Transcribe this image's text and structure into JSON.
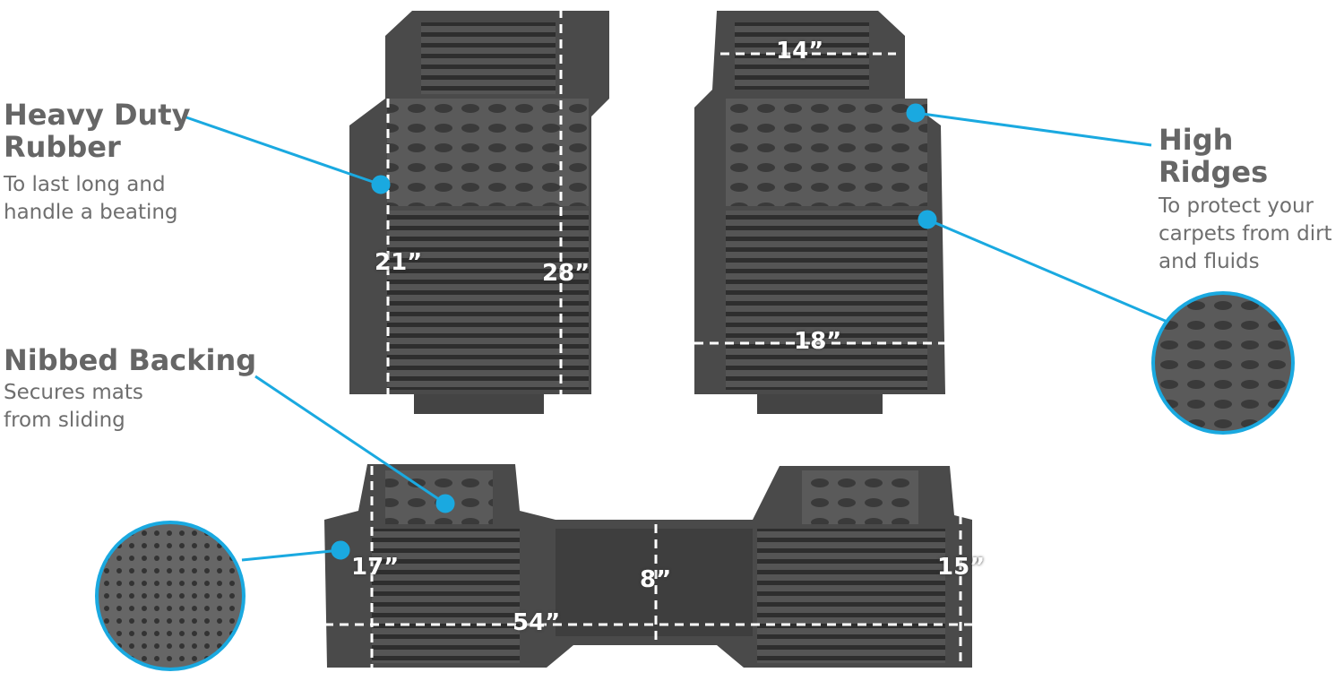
{
  "callouts": {
    "heavy_duty": {
      "title_line1": "Heavy Duty",
      "title_line2": "Rubber",
      "desc_line1": "To last long and",
      "desc_line2": "handle a beating"
    },
    "high_ridges": {
      "title": "High Ridges",
      "desc_line1": "To protect your",
      "desc_line2": "carpets from dirt",
      "desc_line3": "and fluids"
    },
    "nibbed_backing": {
      "title": "Nibbed Backing",
      "desc_line1": "Secures mats",
      "desc_line2": "from sliding"
    }
  },
  "dimensions": {
    "front_left_width": "21”",
    "front_left_length": "28”",
    "front_right_top": "14”",
    "front_right_bottom": "18”",
    "rear_left_height": "17”",
    "rear_center_height": "8”",
    "rear_width": "54”",
    "rear_right_height": "15”"
  },
  "colors": {
    "accent": "#1aa9e0",
    "mat": "#4a4a4a",
    "text": "#666666"
  }
}
